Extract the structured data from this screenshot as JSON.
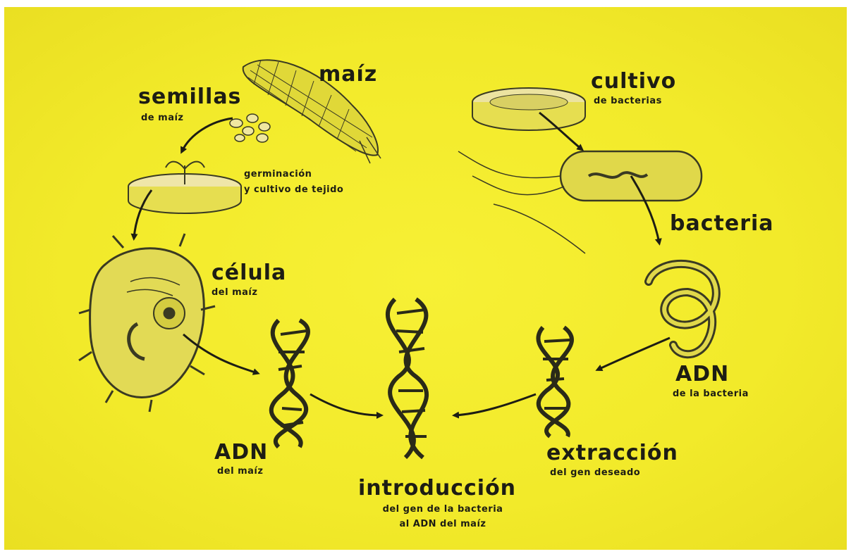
{
  "colors": {
    "background": "#f2ea2a",
    "ink": "#1d1d14",
    "frame": "#ffffff"
  },
  "labels": {
    "maiz": "maíz",
    "semillas": {
      "title": "semillas",
      "sub": "de maíz"
    },
    "germinacion": {
      "line1": "germinación",
      "line2": "y cultivo de tejido"
    },
    "celula": {
      "title": "célula",
      "sub": "del maíz"
    },
    "adn_maiz": {
      "title": "ADN",
      "sub": "del maíz"
    },
    "introduccion": {
      "title": "introducción",
      "line1": "del gen de la bacteria",
      "line2": "al ADN del maíz"
    },
    "extraccion": {
      "title": "extracción",
      "sub": "del gen deseado"
    },
    "adn_bacteria": {
      "title": "ADN",
      "sub": "de la bacteria"
    },
    "bacteria": "bacteria",
    "cultivo": {
      "title": "cultivo",
      "sub": "de bacterias"
    }
  },
  "icons": [
    "corn-cob-icon",
    "corn-seeds-icon",
    "petri-dish-seedling-icon",
    "plant-cell-icon",
    "dna-helix-icon",
    "bacteria-culture-dish-icon",
    "bacterium-icon",
    "bacterial-dna-coil-icon"
  ]
}
